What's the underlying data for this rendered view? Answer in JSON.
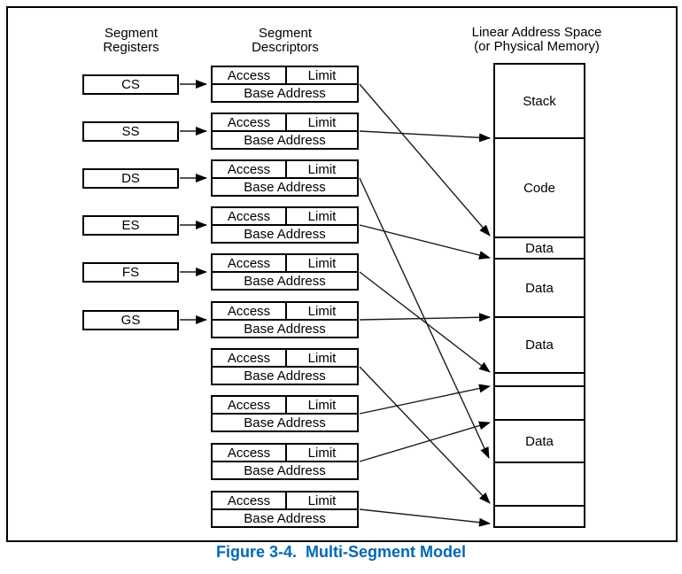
{
  "figure_caption": {
    "text": "Figure 3-4.  Multi-Segment Model",
    "color": "#0068b5"
  },
  "headers": {
    "segment_registers": {
      "line1": "Segment",
      "line2": "Registers"
    },
    "segment_descriptors": {
      "line1": "Segment",
      "line2": "Descriptors"
    },
    "linear_address_space": {
      "line1": "Linear Address Space",
      "line2": "(or Physical Memory)"
    }
  },
  "segment_registers": [
    {
      "label": "CS"
    },
    {
      "label": "SS"
    },
    {
      "label": "DS"
    },
    {
      "label": "ES"
    },
    {
      "label": "FS"
    },
    {
      "label": "GS"
    }
  ],
  "segment_descriptors": [
    {
      "access": "Access",
      "limit": "Limit",
      "base_address": "Base Address"
    },
    {
      "access": "Access",
      "limit": "Limit",
      "base_address": "Base Address"
    },
    {
      "access": "Access",
      "limit": "Limit",
      "base_address": "Base Address"
    },
    {
      "access": "Access",
      "limit": "Limit",
      "base_address": "Base Address"
    },
    {
      "access": "Access",
      "limit": "Limit",
      "base_address": "Base Address"
    },
    {
      "access": "Access",
      "limit": "Limit",
      "base_address": "Base Address"
    },
    {
      "access": "Access",
      "limit": "Limit",
      "base_address": "Base Address"
    },
    {
      "access": "Access",
      "limit": "Limit",
      "base_address": "Base Address"
    },
    {
      "access": "Access",
      "limit": "Limit",
      "base_address": "Base Address"
    },
    {
      "access": "Access",
      "limit": "Limit",
      "base_address": "Base Address"
    }
  ],
  "memory_segments": [
    {
      "label": "Stack"
    },
    {
      "label": "Code"
    },
    {
      "label": "Data"
    },
    {
      "label": "Data"
    },
    {
      "label": "Data"
    },
    {
      "label": ""
    },
    {
      "label": ""
    },
    {
      "label": "Data"
    },
    {
      "label": ""
    },
    {
      "label": ""
    }
  ],
  "arrows": {
    "register_to_descriptor": [
      0,
      1,
      2,
      3,
      4,
      5
    ],
    "descriptor_to_memory_boundary_line": [
      2,
      1,
      8,
      3,
      5,
      4,
      9,
      6,
      7,
      10
    ]
  },
  "colors": {
    "line": "#000000",
    "caption_blue": "#0068b5"
  }
}
